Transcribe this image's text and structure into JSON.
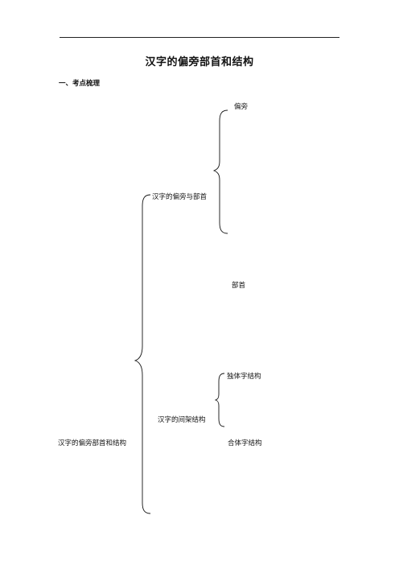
{
  "document": {
    "title": "汉字的偏旁部首和结构",
    "section_heading": "一、考点梳理"
  },
  "mindmap": {
    "root": "汉字的偏旁部首和结构",
    "branch_radicals": "汉字的偏旁与部首",
    "leaf_pianpang": "偏旁",
    "leaf_bushou": "部首",
    "branch_structure": "汉字的间架结构",
    "leaf_single": "独体字结构",
    "leaf_compound": "合体字结构"
  }
}
